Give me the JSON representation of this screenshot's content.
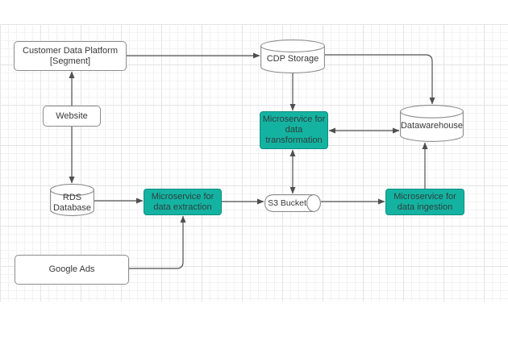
{
  "colors": {
    "accent_fill": "#14b3a1",
    "accent_stroke": "#0c8f81",
    "accent_text": "#2f3e3e",
    "node_fill": "#ffffff",
    "node_stroke": "#8c8c8c",
    "connector": "#4f4f4f",
    "text": "#383838",
    "grid_minor": "#f2f2f4",
    "grid_major": "#e4e3e6"
  },
  "nodes": {
    "cdp_platform": {
      "label": "Customer Data Platform\n[Segment]",
      "type": "rounded-rect"
    },
    "website": {
      "label": "Website",
      "type": "rounded-rect"
    },
    "rds_database": {
      "label": "RDS\nDatabase",
      "type": "cylinder"
    },
    "google_ads": {
      "label": "Google Ads",
      "type": "rounded-rect"
    },
    "cdp_storage": {
      "label": "CDP Storage",
      "type": "cylinder"
    },
    "datawarehouse": {
      "label": "Datawarehouse",
      "type": "cylinder"
    },
    "ms_transformation": {
      "label": "Microservice for\ndata\ntransformation",
      "type": "accent-rect"
    },
    "ms_extraction": {
      "label": "Microservice for\ndata extraction",
      "type": "accent-rect"
    },
    "ms_ingestion": {
      "label": "Microservice for\ndata ingestion",
      "type": "accent-rect"
    },
    "s3_bucket": {
      "label": "S3 Bucket",
      "type": "horizontal-cylinder"
    }
  }
}
